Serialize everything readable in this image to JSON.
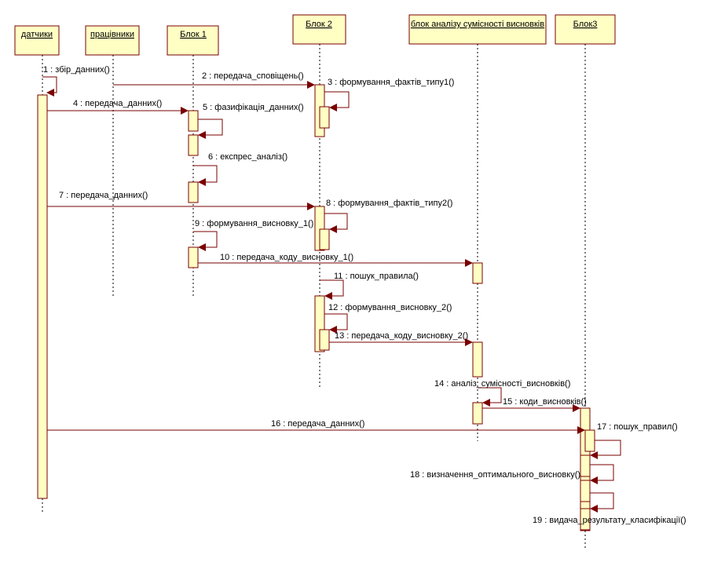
{
  "lifelines": [
    {
      "id": "sensors",
      "name": "датчики"
    },
    {
      "id": "workers",
      "name": "працівники"
    },
    {
      "id": "block1",
      "name": "Блок 1"
    },
    {
      "id": "block2",
      "name": "Блок 2"
    },
    {
      "id": "compat",
      "name": "блок аналізу сумісності висновків"
    },
    {
      "id": "block3",
      "name": "Блок3"
    }
  ],
  "messages": [
    {
      "n": 1,
      "text": "1 : збір_данних()"
    },
    {
      "n": 2,
      "text": "2 : передача_сповіщень()"
    },
    {
      "n": 3,
      "text": "3 : формування_фактів_типу1()"
    },
    {
      "n": 4,
      "text": "4 : передача_данних()"
    },
    {
      "n": 5,
      "text": "5 : фазифікація_данних()"
    },
    {
      "n": 6,
      "text": "6 : експрес_аналіз()"
    },
    {
      "n": 7,
      "text": "7 : передача_данних()"
    },
    {
      "n": 8,
      "text": "8 : формування_фактів_типу2()"
    },
    {
      "n": 9,
      "text": "9 : формування_висновку_1()"
    },
    {
      "n": 10,
      "text": "10 : передача_коду_висновку_1()"
    },
    {
      "n": 11,
      "text": "11 : пошук_правила()"
    },
    {
      "n": 12,
      "text": "12 : формування_висновку_2()"
    },
    {
      "n": 13,
      "text": "13 : передача_коду_висновку_2()"
    },
    {
      "n": 14,
      "text": "14 : аналіз_сумісності_висновків()"
    },
    {
      "n": 15,
      "text": "15 : коди_висновків()"
    },
    {
      "n": 16,
      "text": "16 : передача_данних()"
    },
    {
      "n": 17,
      "text": "17 : пошук_правил()"
    },
    {
      "n": 18,
      "text": "18 : визначення_оптимального_висновку()"
    },
    {
      "n": 19,
      "text": "19 : видача_результату_класифікації()"
    }
  ]
}
